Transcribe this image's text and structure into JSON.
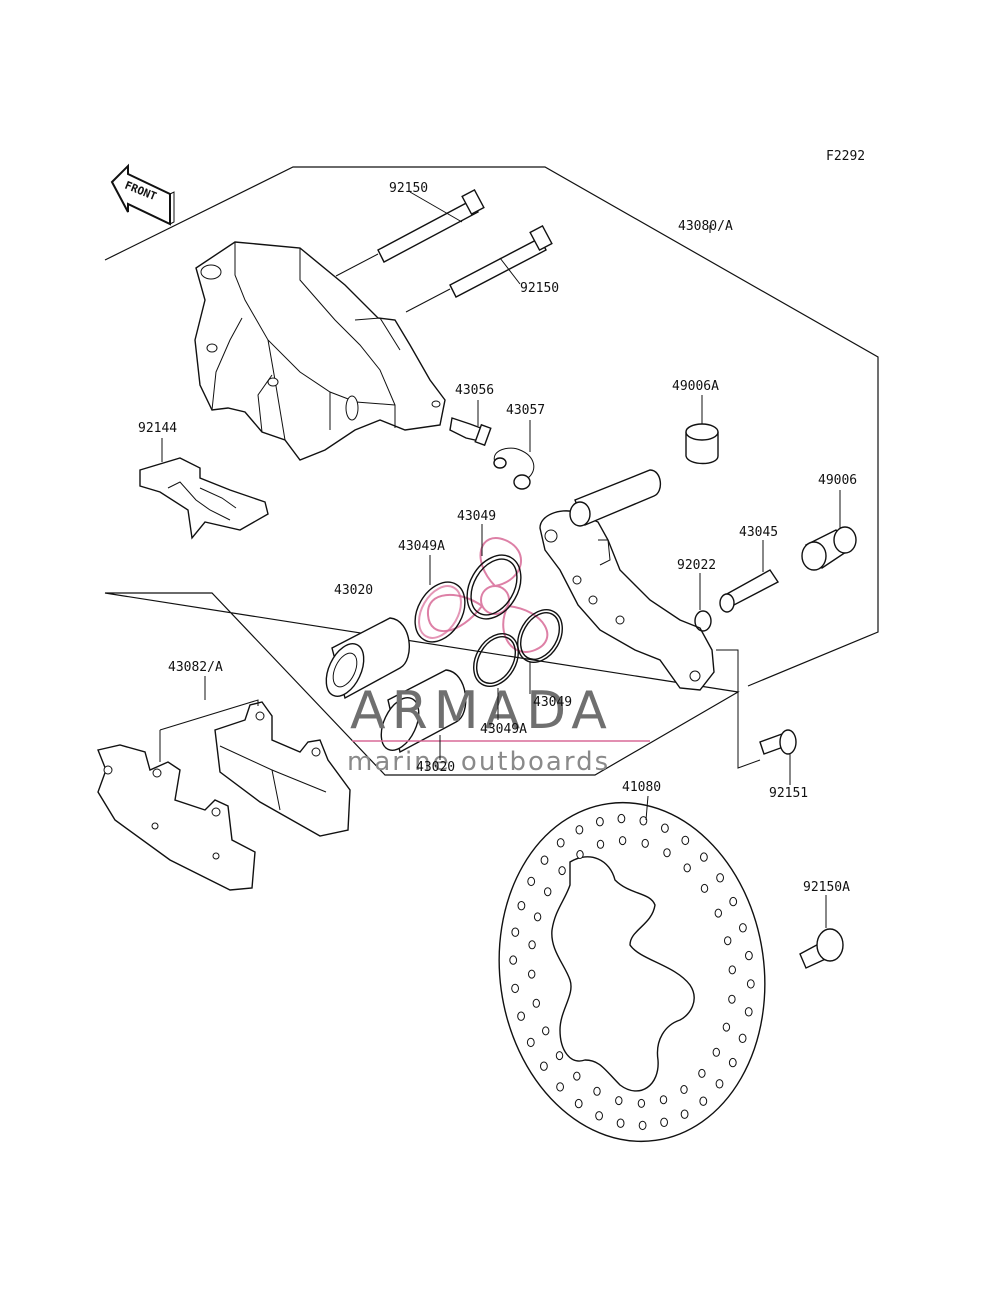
{
  "figure_code": "F2292",
  "front_arrow_label": "FRONT",
  "watermark": {
    "brand": "ARMADA",
    "tagline": "marine outboards",
    "brand_color": "#6f6f6f",
    "accent_color": "#d86a97"
  },
  "part_labels": {
    "p92150_top": "92150",
    "p92150_mid": "92150",
    "p43080": "43080/A",
    "p43056": "43056",
    "p43057": "43057",
    "p49006A": "49006A",
    "p92144": "92144",
    "p49006": "49006",
    "p43049_top": "43049",
    "p43045": "43045",
    "p43049A_left": "43049A",
    "p92022": "92022",
    "p43020_top": "43020",
    "p43082": "43082/A",
    "p43049_bottom": "43049",
    "p43049A_bottom": "43049A",
    "p43020_bottom": "43020",
    "p92151": "92151",
    "p41080": "41080",
    "p92150A": "92150A"
  }
}
